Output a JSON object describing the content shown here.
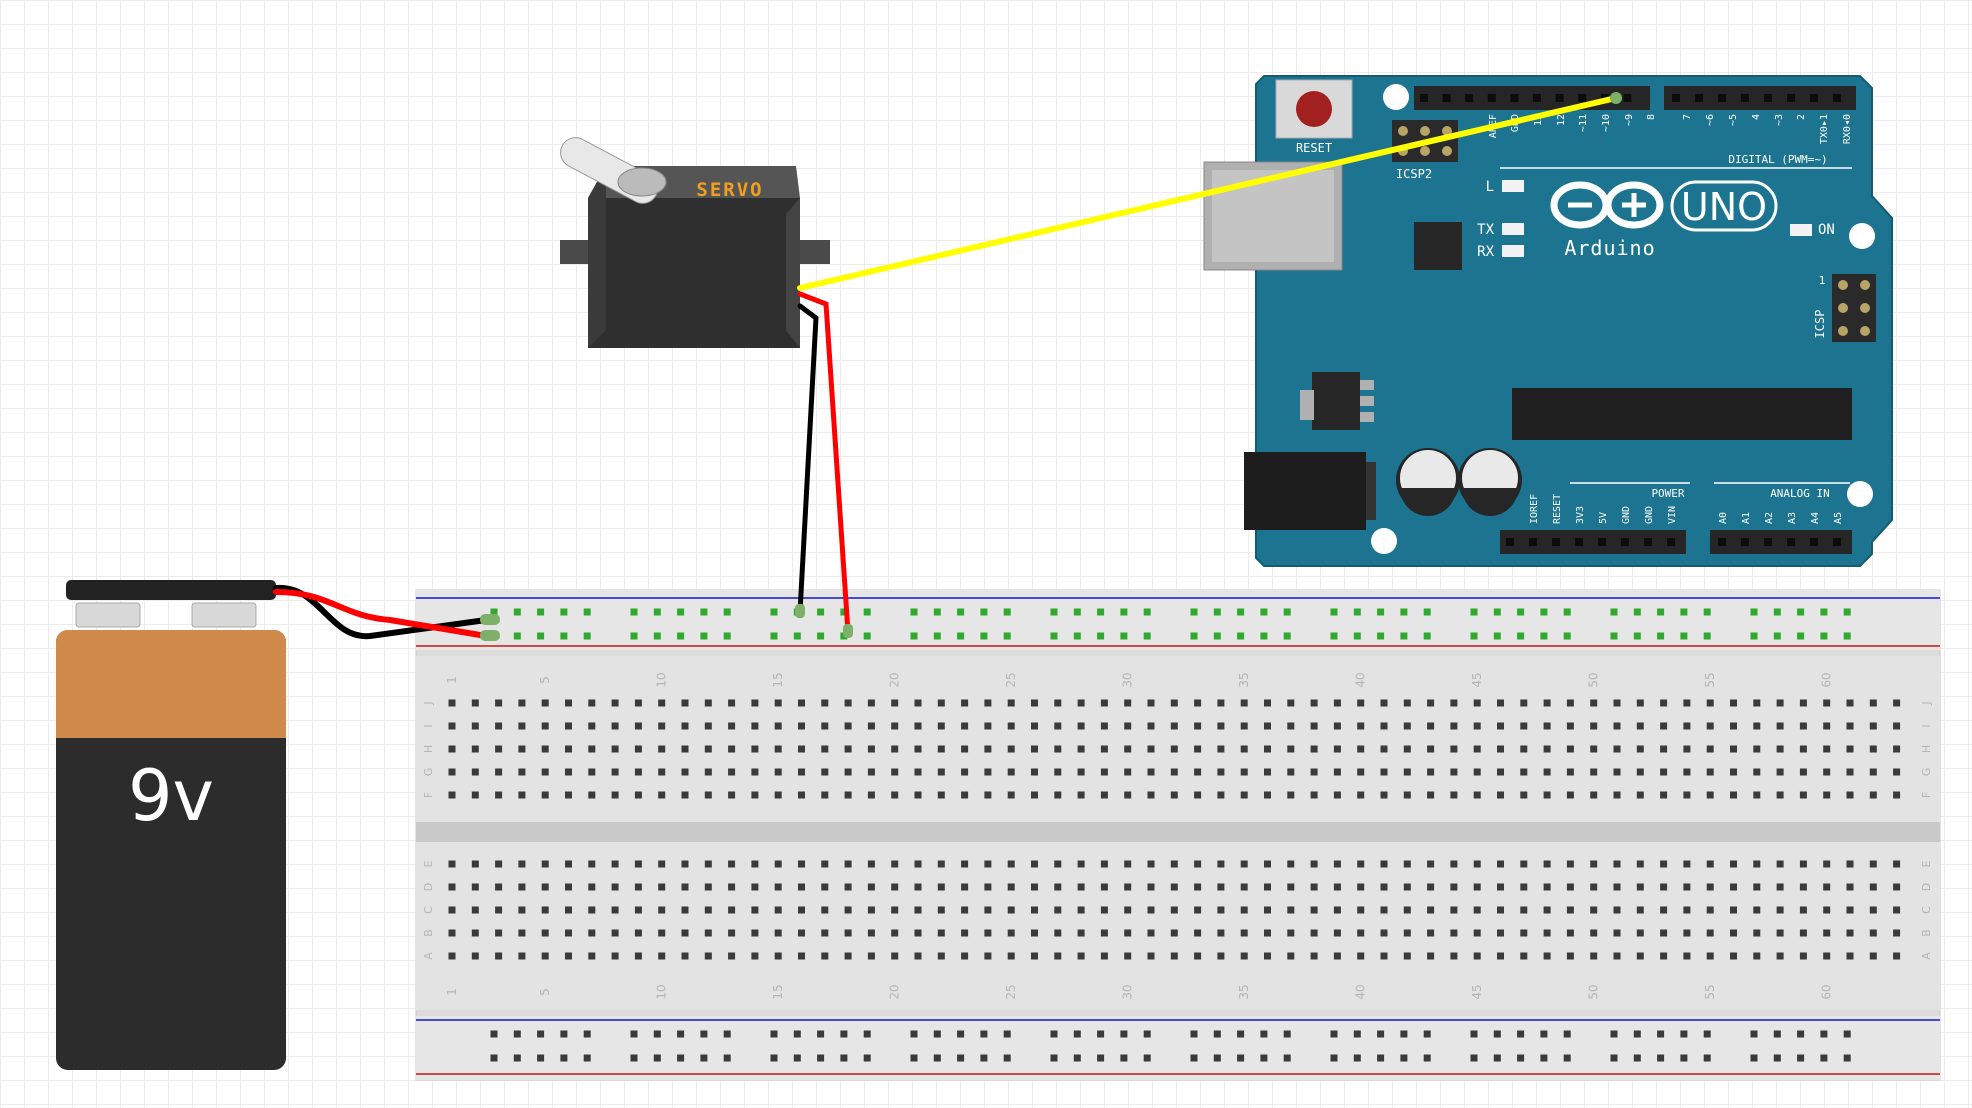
{
  "battery": {
    "label": "9v"
  },
  "servo": {
    "label": "SERVO"
  },
  "arduino": {
    "reset_label": "RESET",
    "icsp2_label": "ICSP2",
    "icsp_label": "ICSP",
    "digital_label": "DIGITAL (PWM=~)",
    "led_l": "L",
    "led_tx": "TX",
    "led_rx": "RX",
    "led_on": "ON",
    "brand": "Arduino",
    "model": "UNO",
    "power_label": "POWER",
    "analog_label": "ANALOG IN",
    "icsp_pin1": "1",
    "digital_pins": [
      "AREF",
      "GND",
      "13",
      "12",
      "~11",
      "~10",
      "~9",
      "8",
      "7",
      "~6",
      "~5",
      "4",
      "~3",
      "2",
      "TX0▸1",
      "RX0◂0"
    ],
    "power_pins": [
      "IOREF",
      "RESET",
      "3V3",
      "5V",
      "GND",
      "GND",
      "VIN"
    ],
    "analog_pins": [
      "A0",
      "A1",
      "A2",
      "A3",
      "A4",
      "A5"
    ]
  },
  "breadboard": {
    "column_numbers": [
      "1",
      "5",
      "10",
      "15",
      "20",
      "25",
      "30",
      "35",
      "40",
      "45",
      "50",
      "55",
      "60"
    ],
    "rows_top": [
      "J",
      "I",
      "H",
      "G",
      "F"
    ],
    "rows_bottom": [
      "E",
      "D",
      "C",
      "B",
      "A"
    ]
  },
  "colors": {
    "arduino_board": "#1c7491",
    "wire_signal": "#ffff00",
    "wire_power": "#ff0000",
    "wire_ground": "#000000",
    "rail_connected_hole": "#2faa2f",
    "battery_top": "#d08a4c",
    "battery_body": "#2c2c2c"
  }
}
